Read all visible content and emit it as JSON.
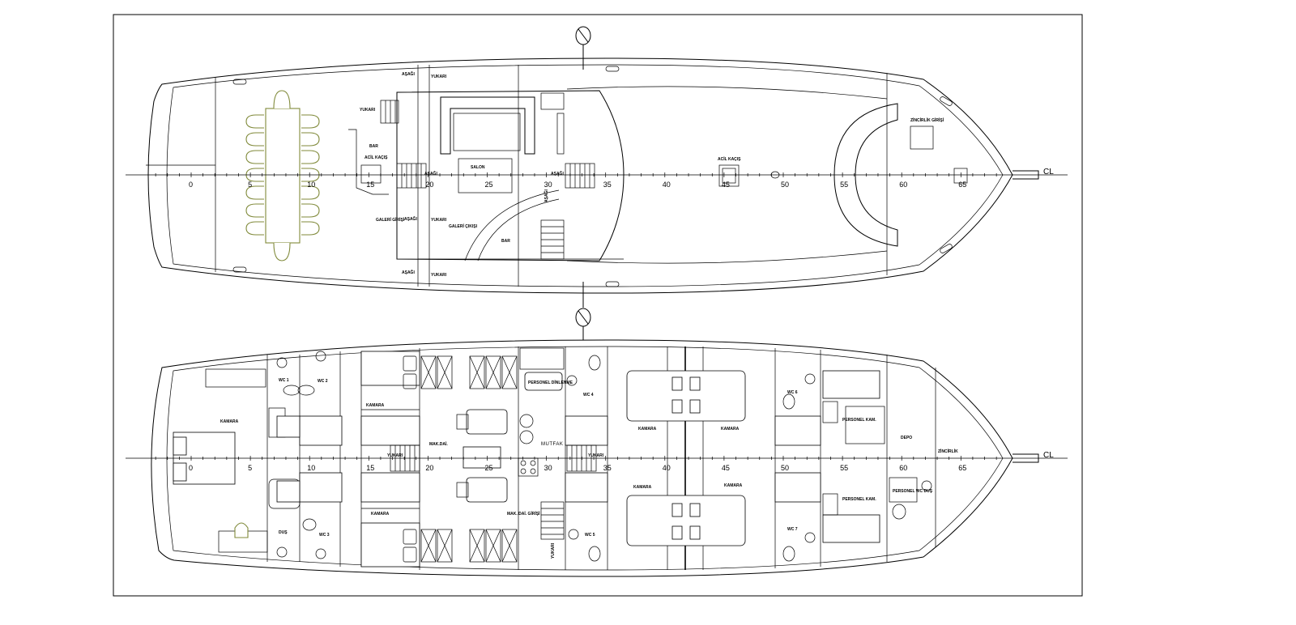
{
  "upper_deck": {
    "centerline_label": "CL",
    "frame_numbers": [
      "0",
      "5",
      "10",
      "15",
      "20",
      "25",
      "30",
      "35",
      "40",
      "45",
      "50",
      "55",
      "60",
      "65"
    ],
    "labels": {
      "bar_left": "BAR",
      "bar_right": "BAR",
      "salon": "SALON",
      "asagi_1": "AŞAĞI",
      "yukari_1": "YUKARI",
      "yukari_2": "YUKARI",
      "asagi_2": "AŞAĞI",
      "yukari_3": "YUKARI",
      "asagi_3": "AŞAĞI",
      "yukari_4": "YUKARI",
      "asagi_4": "AŞAĞI",
      "acil_kacis_1": "ACİL KAÇIŞ",
      "acil_kacis_2": "ACİL KAÇIŞ",
      "asagi_stair": "AŞAĞI",
      "asagi_5": "AŞAĞI",
      "galeri_girisi": "GALERİ GİRİŞİ",
      "galeri_cikisi": "GALERİ ÇIKIŞI",
      "zincirlik_girisi": "ZİNCİRLİK GİRİŞİ"
    }
  },
  "lower_deck": {
    "centerline_label": "CL",
    "frame_numbers": [
      "0",
      "5",
      "10",
      "15",
      "20",
      "25",
      "30",
      "35",
      "40",
      "45",
      "50",
      "55",
      "60",
      "65"
    ],
    "labels": {
      "kamara_aft": "KAMARA",
      "wc1": "WC 1",
      "wc2": "WC 2",
      "wc3": "WC 3",
      "dus": "DUŞ",
      "kamara_2": "KAMARA",
      "kamara_3": "KAMARA",
      "makdai_1": "MAK.DAİ.",
      "makdai_2": "MAK. DAİ. GİRİŞİ",
      "personel_dinlenme": "PERSONEL DİNLENME",
      "mutfak": "MUTFAK",
      "yukari_a": "YUKARI",
      "yukari_b": "YUKARI",
      "yukari_c": "YUKARI",
      "wc4": "WC 4",
      "wc5": "WC 5",
      "wc6": "WC 6",
      "wc7": "WC 7",
      "kamara_4": "KAMARA",
      "kamara_5": "KAMARA",
      "kamara_6": "KAMARA",
      "kamara_7": "KAMARA",
      "personel_kam_1": "PERSONEL KAM.",
      "personel_kam_2": "PERSONEL KAM.",
      "personel_wc": "PERSONEL WC DUŞ",
      "depo": "DEPO",
      "zincirlik": "ZİNCİRLİK"
    }
  },
  "colors": {
    "line": "#000000",
    "table_chairs": "#808a3a",
    "background": "#ffffff"
  }
}
